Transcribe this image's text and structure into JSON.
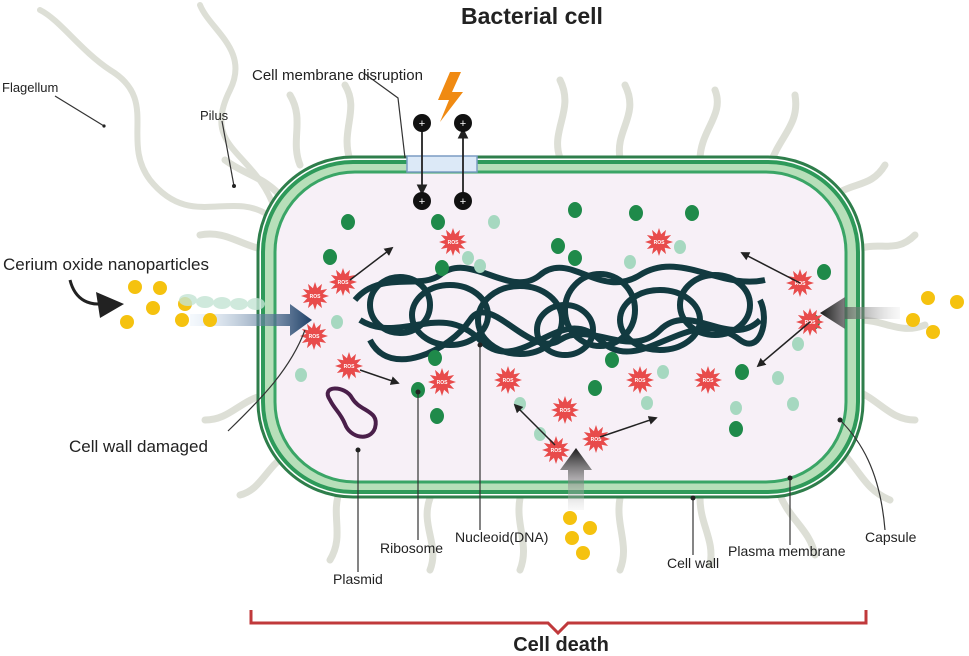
{
  "title": "Bacterial cell",
  "outcome": "Cell death",
  "labels": {
    "flagellum": "Flagellum",
    "pilus": "Pilus",
    "membrane_disruption": "Cell membrane disruption",
    "nanoparticles": "Cerium oxide nanoparticles",
    "wall_damaged": "Cell wall damaged",
    "plasmid": "Plasmid",
    "ribosome": "Ribosome",
    "nucleoid": "Nucleoid(DNA)",
    "cell_wall": "Cell wall",
    "plasma_membrane": "Plasma membrane",
    "capsule": "Capsule"
  },
  "ros_label": "ROS",
  "ion_plus": "+",
  "colors": {
    "cell_wall": "#2e9a5a",
    "cell_fill": "#f7f0f7",
    "nucleoid": "#123a40",
    "ribosome": "#1f8a4a",
    "nanoparticle": "#f5c20f",
    "ros": "#e84b4b",
    "bracket": "#c0393b",
    "cell_death": "#d23c3c",
    "flagellum": "#dddfd6",
    "plasmid": "#4a1f4a",
    "lightning": "#f08a12"
  }
}
